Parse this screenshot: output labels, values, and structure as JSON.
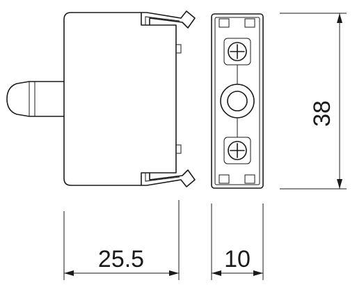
{
  "dimensions": {
    "depth": "25.5",
    "width": "10",
    "height": "38"
  },
  "colors": {
    "line": "#1a1a1a",
    "background": "#ffffff"
  }
}
